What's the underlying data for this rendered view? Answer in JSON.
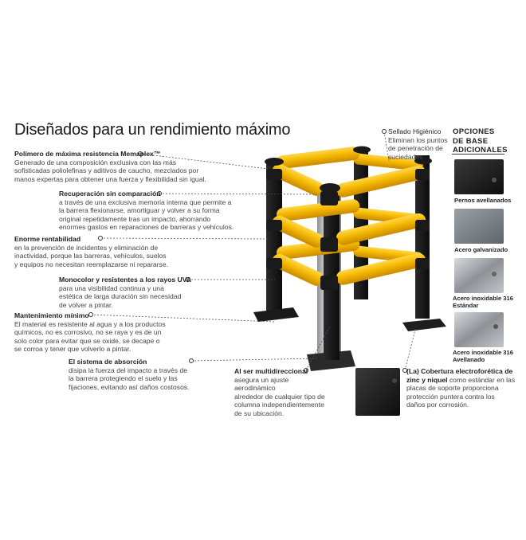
{
  "title": "Diseñados para un rendimiento máximo",
  "features": [
    {
      "heading": "Polímero de máxima resistencia  Memaplex™",
      "lines": [
        "Generado de una composición exclusiva con las más",
        "sofisticadas poliolefinas y aditivos de caucho, mezclados por",
        "manos expertas para obtener una fuerza y flexibilidad sin igual."
      ]
    },
    {
      "heading": "Recuperación sin comparación",
      "lines": [
        "a través de una exclusiva memoria interna que permite a",
        "la barrera flexionarse, amortiguar y volver a su forma",
        "original  repetidamente tras un impacto, ahorrando",
        "enormes gastos en reparaciones de barreras y vehículos."
      ]
    },
    {
      "heading": "Enorme rentabilidad",
      "lines": [
        "en la prevención de incidentes y eliminación de",
        "inactividad, porque las barreras, vehículos, suelos",
        "y equipos no necesitan reemplazarse ni repararse."
      ]
    },
    {
      "heading": "Monocolor y resistentes a los rayos UVA",
      "lines": [
        "para una visibilidad continua y una",
        "estética de larga duración sin necesidad",
        "de volver a pintar."
      ]
    },
    {
      "heading": "Mantenimiento mínimo",
      "lines": [
        "El material es resistente al agua y a los productos",
        "químicos, no es corrosivo, no se raya y es de un",
        "solo color para evitar que se oxide, se decape o",
        "se corroa y tener que volverlo a pintar."
      ]
    },
    {
      "heading": "El sistema de absorción",
      "lines": [
        "disipa la fuerza del impacto a través de",
        "la barrera protegiendo el suelo y las",
        "fijaciones, evitando así daños costosos."
      ]
    },
    {
      "heading": "Al ser multidireccional",
      "lines": [
        "asegura un ajuste",
        "aerodinámico",
        "alrededor de cualquier tipo de",
        "columna independientemente",
        "de su ubicación."
      ]
    },
    {
      "heading": "Sellado Higiénico",
      "lines": [
        "Eliminan los puntos",
        "de penetración de",
        "suciedades"
      ]
    },
    {
      "heading": "(La) Cobertura electroforética de",
      "heading2": "zinc y niquel",
      "lines": [
        "como estándar en las",
        "placas de soporte proporciona",
        "protección puntera contra los",
        "daños por corrosión."
      ]
    }
  ],
  "options": {
    "title_lines": [
      "OPCIONES",
      "DE BASE",
      "ADICIONALES"
    ],
    "items": [
      {
        "label": [
          "Pernos avellanados"
        ]
      },
      {
        "label": [
          "Acero galvanizado"
        ]
      },
      {
        "label": [
          "Acero inoxidable 316",
          "Estándar"
        ]
      },
      {
        "label": [
          "Acero inoxidable 316",
          "Avellanado"
        ]
      }
    ]
  },
  "colors": {
    "barrier_yellow": "#f5b800",
    "post_black": "#1c1c1c",
    "column_grey": "#b8bcc0"
  }
}
